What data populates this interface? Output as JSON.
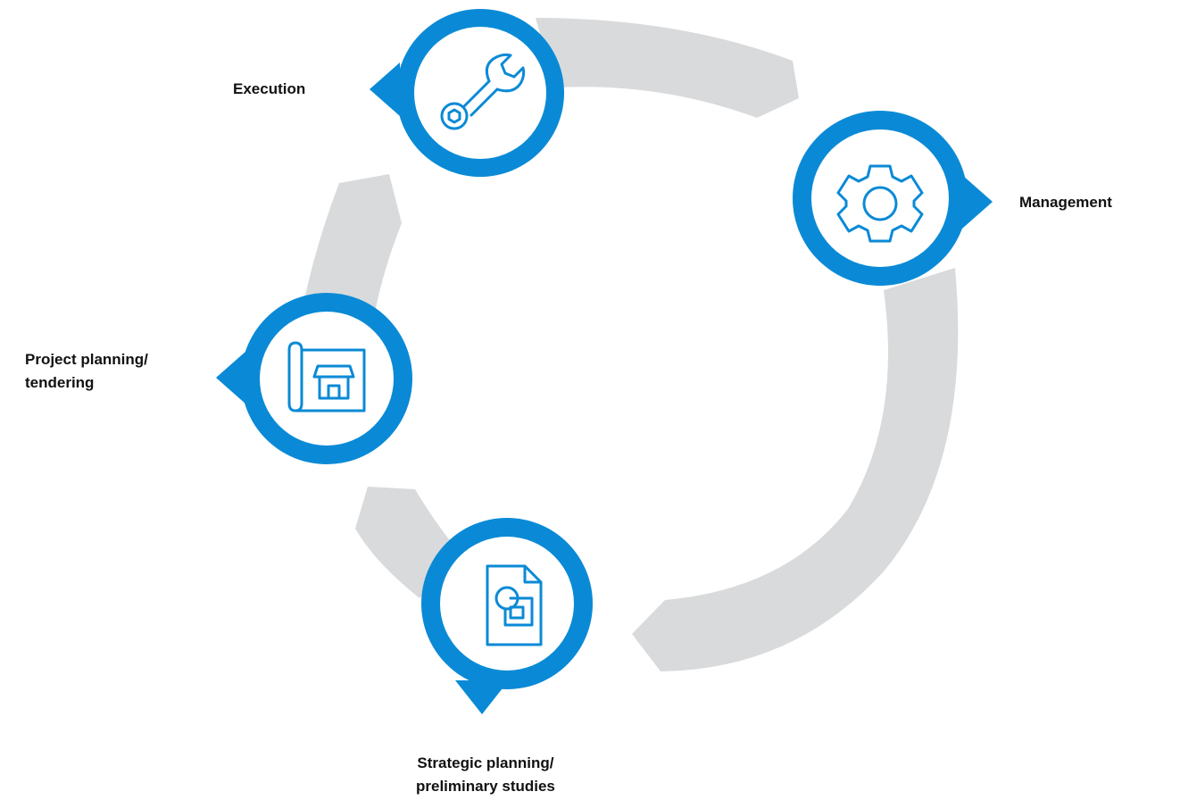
{
  "diagram": {
    "stages": [
      {
        "id": "execution",
        "icon": "wrench-icon",
        "lines": [
          "Execution"
        ]
      },
      {
        "id": "management",
        "icon": "gear-icon",
        "lines": [
          "Management"
        ]
      },
      {
        "id": "project",
        "icon": "blueprint-house-icon",
        "lines": [
          "Project planning/",
          "tendering"
        ]
      },
      {
        "id": "strategic",
        "icon": "document-shapes-icon",
        "lines": [
          "Strategic planning/",
          "preliminary studies"
        ]
      }
    ]
  },
  "colors": {
    "accent": "#0a8ad6",
    "ring": "#d9dadb",
    "icon": "#0a8ad6",
    "text": "#111111"
  }
}
